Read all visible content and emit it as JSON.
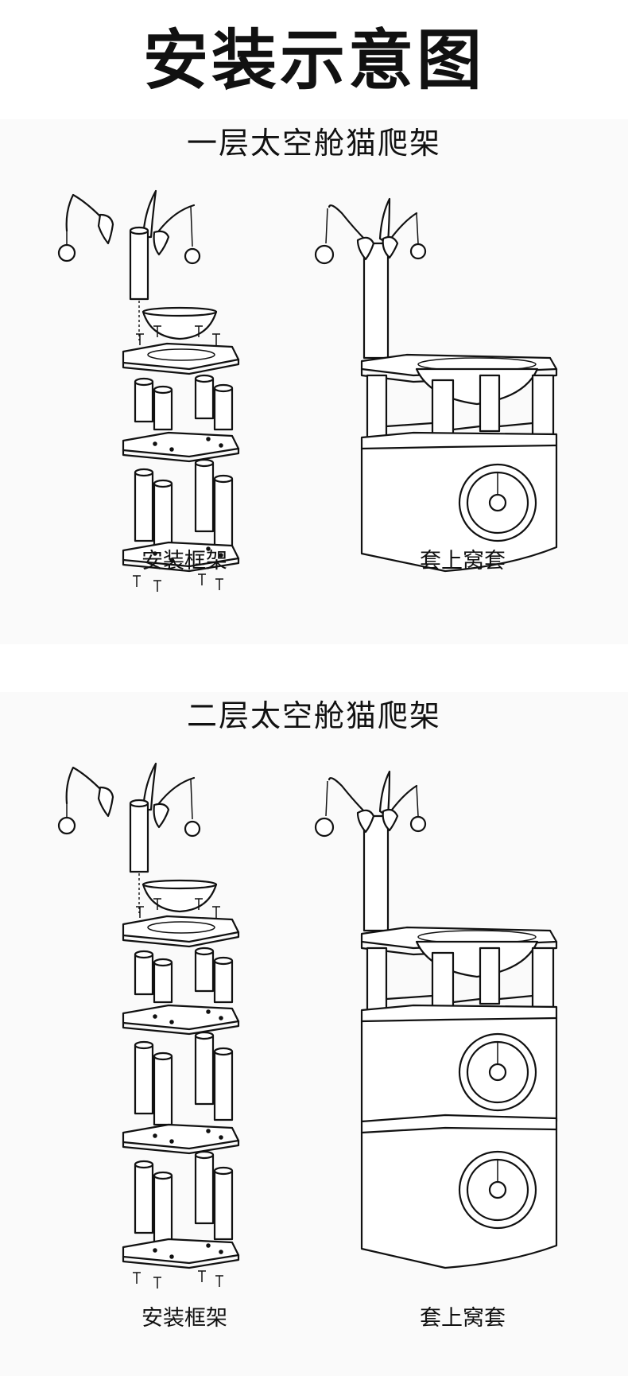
{
  "title": "安装示意图",
  "sections": [
    {
      "title": "一层太空舱猫爬架",
      "captions": {
        "frame": "安装框架",
        "cover": "套上窝套"
      }
    },
    {
      "title": "二层太空舱猫爬架",
      "captions": {
        "frame": "安装框架",
        "cover": "套上窝套"
      }
    }
  ]
}
